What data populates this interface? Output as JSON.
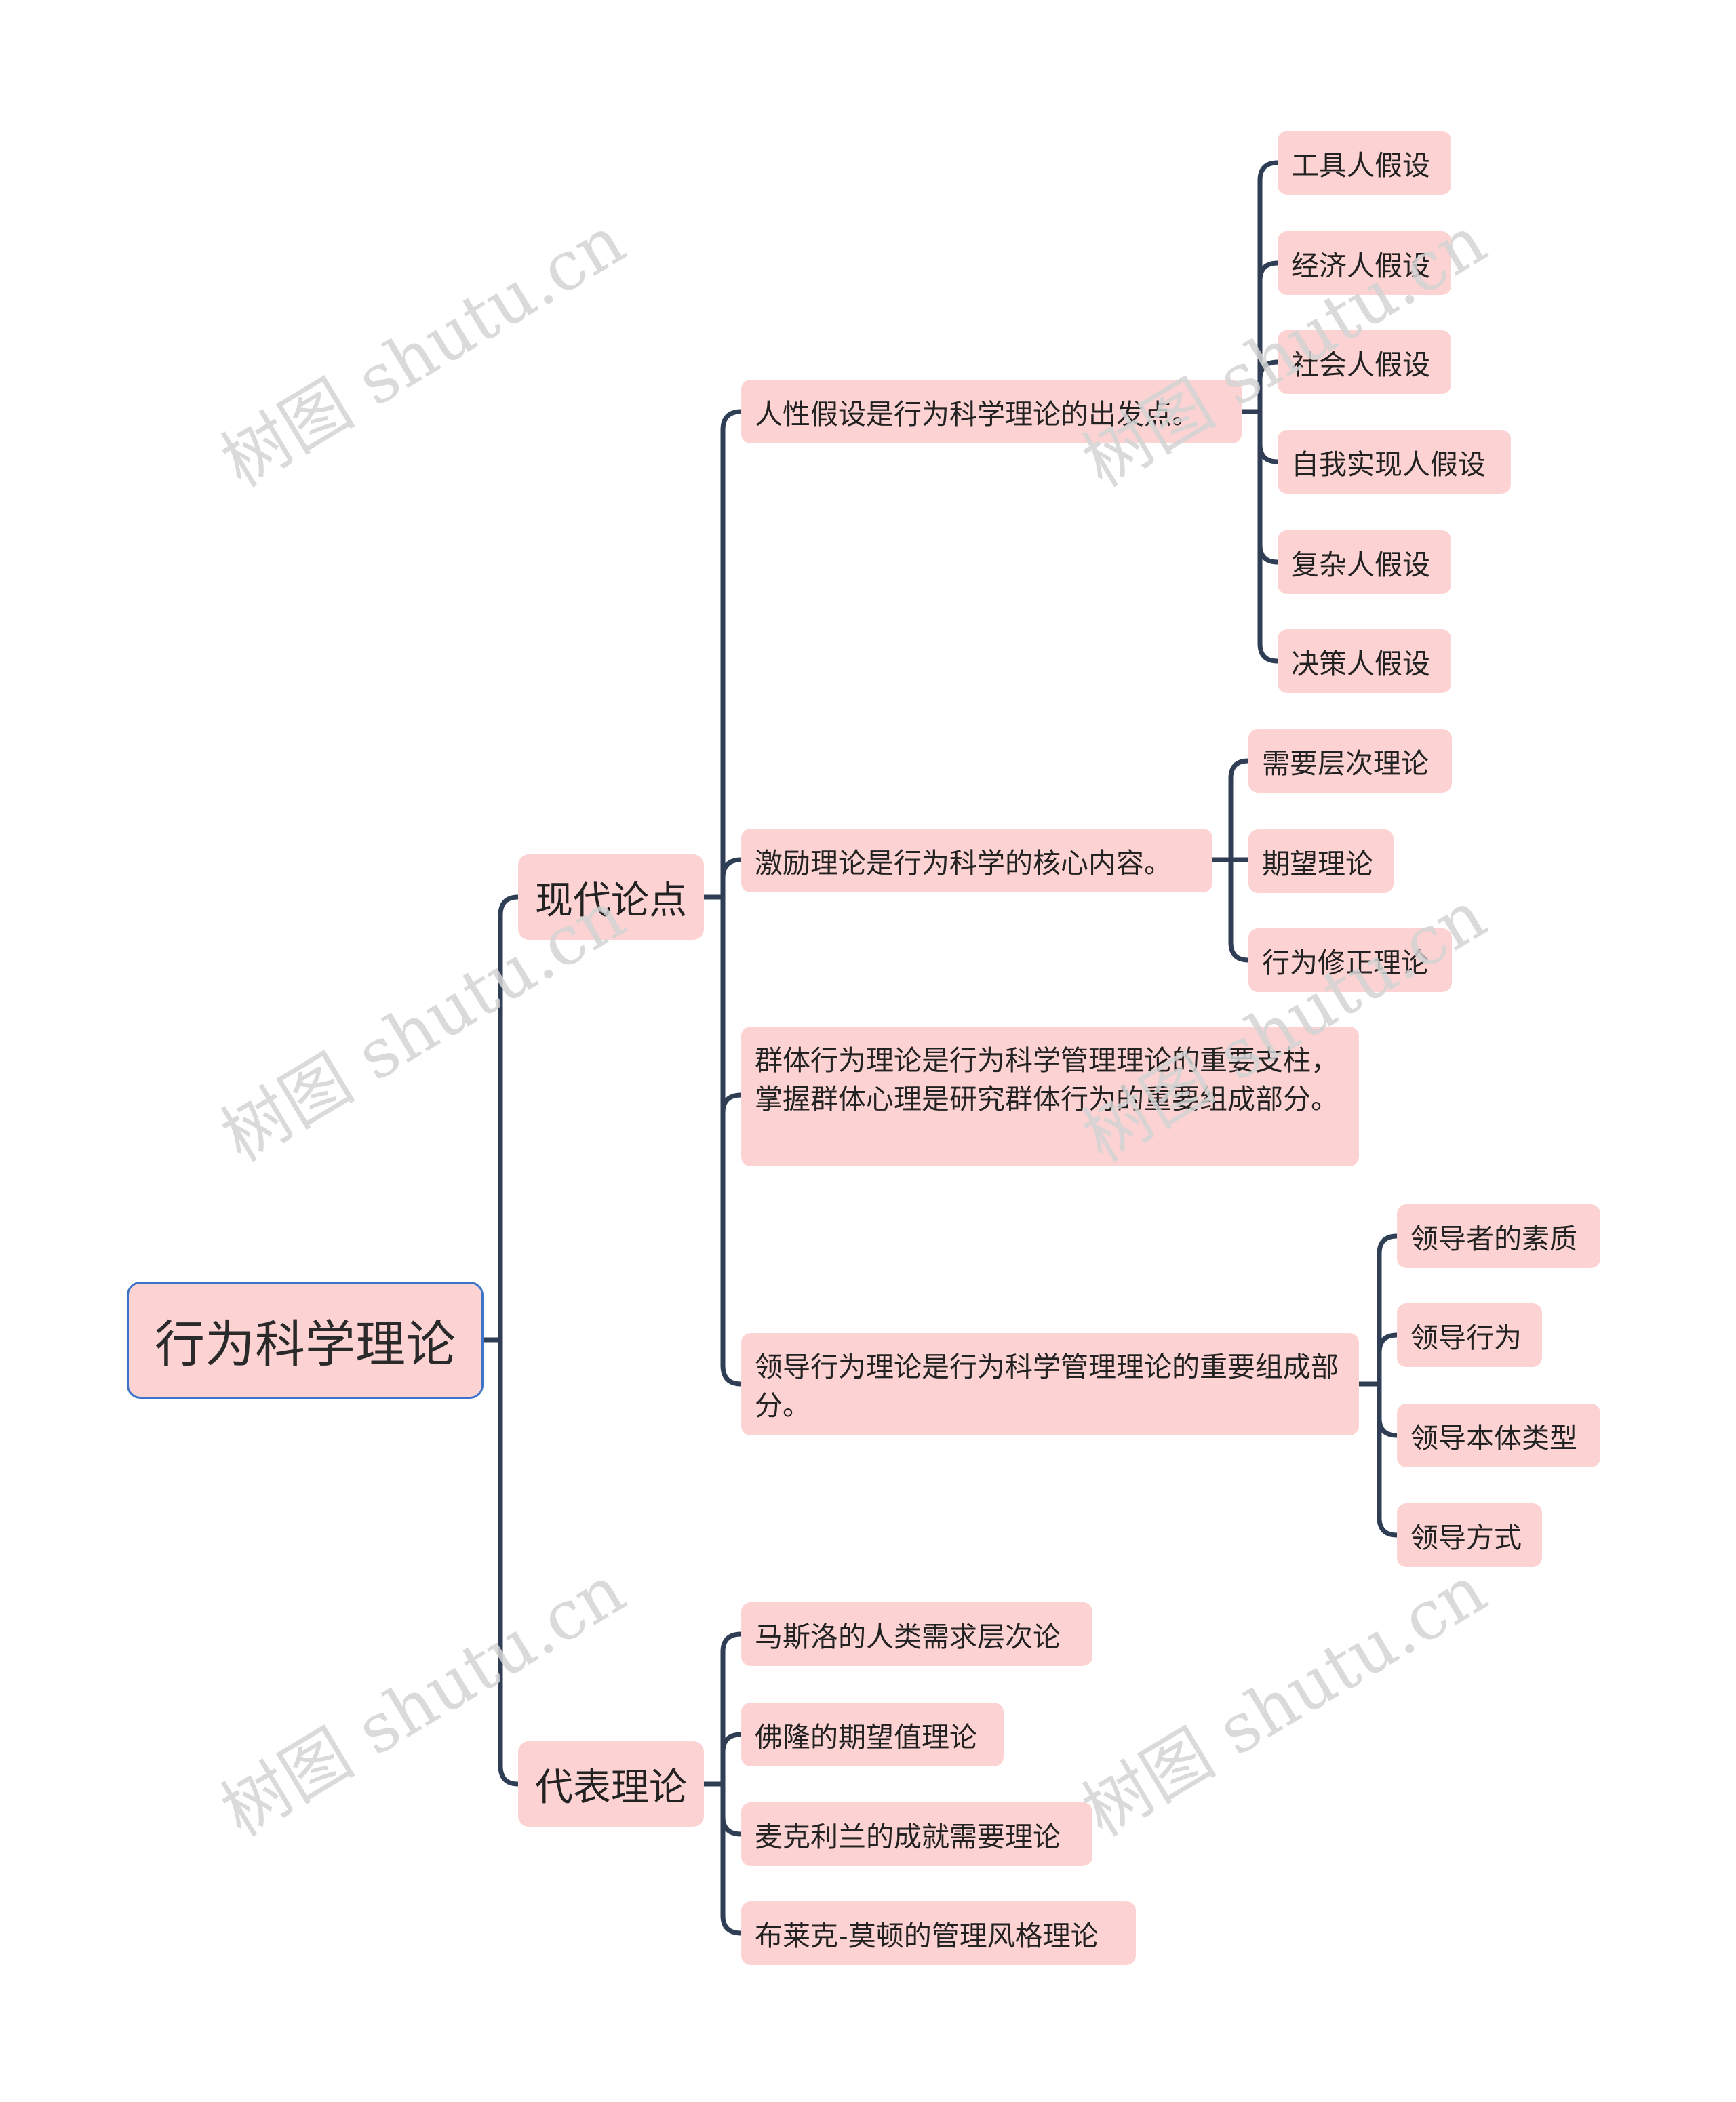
{
  "root": {
    "label": "行为科学理论"
  },
  "branches": [
    {
      "label": "现代论点",
      "children": [
        {
          "label": "人性假设是行为科学理论的出发点。",
          "children": [
            "工具人假设",
            "经济人假设",
            "社会人假设",
            "自我实现人假设",
            "复杂人假设",
            "决策人假设"
          ]
        },
        {
          "label": "激励理论是行为科学的核心内容。",
          "children": [
            "需要层次理论",
            "期望理论",
            "行为修正理论"
          ]
        },
        {
          "label": "群体行为理论是行为科学管理理论的重要支柱，掌握群体心理是研究群体行为的重要组成部分。",
          "children": []
        },
        {
          "label": "领导行为理论是行为科学管理理论的重要组成部分。",
          "children": [
            "领导者的素质",
            "领导行为",
            "领导本体类型",
            "领导方式"
          ]
        }
      ]
    },
    {
      "label": "代表理论",
      "children": [
        {
          "label": "马斯洛的人类需求层次论"
        },
        {
          "label": "佛隆的期望值理论"
        },
        {
          "label": "麦克利兰的成就需要理论"
        },
        {
          "label": "布莱克-莫顿的管理风格理论"
        }
      ]
    }
  ],
  "watermark": "树图 shutu.cn",
  "colors": {
    "node_fill": "#fdd2d2",
    "line": "#2f3e55",
    "root_border": "#3d74c9",
    "watermark": "#d4d4d4"
  }
}
